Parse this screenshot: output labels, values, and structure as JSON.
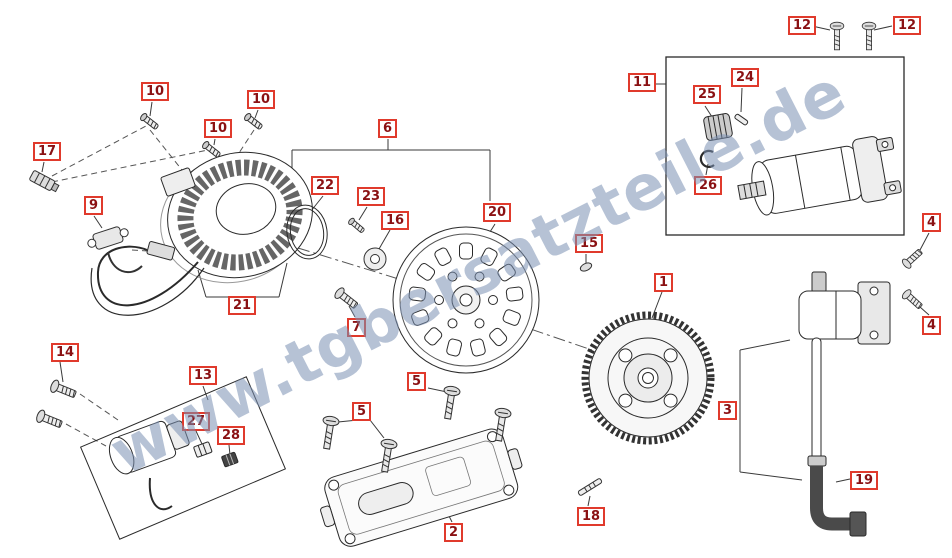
{
  "watermark": {
    "text": "www.tgbersatzteile.de"
  },
  "style": {
    "callout-border": "#e03a2c",
    "callout-text": "#8a1113",
    "watermark-color": "rgba(122,144,178,0.55)",
    "line-color": "#3a3a3a"
  },
  "callouts": [
    {
      "text": "12"
    },
    {
      "text": "12"
    },
    {
      "text": "11"
    },
    {
      "text": "24"
    },
    {
      "text": "25"
    },
    {
      "text": "26"
    },
    {
      "text": "10"
    },
    {
      "text": "10"
    },
    {
      "text": "10"
    },
    {
      "text": "17"
    },
    {
      "text": "9"
    },
    {
      "text": "6"
    },
    {
      "text": "22"
    },
    {
      "text": "23"
    },
    {
      "text": "16"
    },
    {
      "text": "20"
    },
    {
      "text": "15"
    },
    {
      "text": "4"
    },
    {
      "text": "21"
    },
    {
      "text": "7"
    },
    {
      "text": "1"
    },
    {
      "text": "14"
    },
    {
      "text": "13"
    },
    {
      "text": "5"
    },
    {
      "text": "5"
    },
    {
      "text": "3"
    },
    {
      "text": "4"
    },
    {
      "text": "19"
    },
    {
      "text": "27"
    },
    {
      "text": "28"
    },
    {
      "text": "2"
    },
    {
      "text": "18"
    }
  ]
}
